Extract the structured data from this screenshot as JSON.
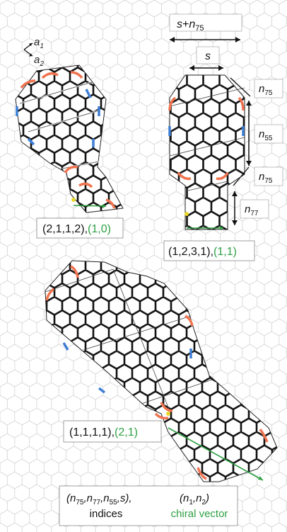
{
  "basis": {
    "a1": "a",
    "a1_sub": "1",
    "a2": "a",
    "a2_sub": "2"
  },
  "dimension_labels": {
    "s_plus_n75": {
      "s": "s",
      "plus": "+",
      "n": "n",
      "sub": "75"
    },
    "s": "s",
    "n75_top": {
      "n": "n",
      "sub": "75"
    },
    "n55": {
      "n": "n",
      "sub": "55"
    },
    "n75_bottom": {
      "n": "n",
      "sub": "75"
    },
    "n77": {
      "n": "n",
      "sub": "77"
    }
  },
  "structure_labels": [
    {
      "indices": "(2,1,1,2),",
      "chiral": "(1,0)"
    },
    {
      "indices": "(1,2,3,1),",
      "chiral": "(1,1)"
    },
    {
      "indices": "(1,1,1,1),",
      "chiral": "(2,1)"
    }
  ],
  "legend": {
    "indices_formula": "(n75,n77,n55,s),",
    "indices_label": "indices",
    "chiral_formula": "(n1,n2)",
    "chiral_label": "chiral vector"
  },
  "colors": {
    "defect_7_ring": "#f0734f",
    "defect_5_ring": "#3d7fd6",
    "chiral_vector": "#2ea043",
    "chiral_marker": "#e8d82a",
    "lattice": "#111111",
    "background_lattice": "#cfcfcf"
  }
}
